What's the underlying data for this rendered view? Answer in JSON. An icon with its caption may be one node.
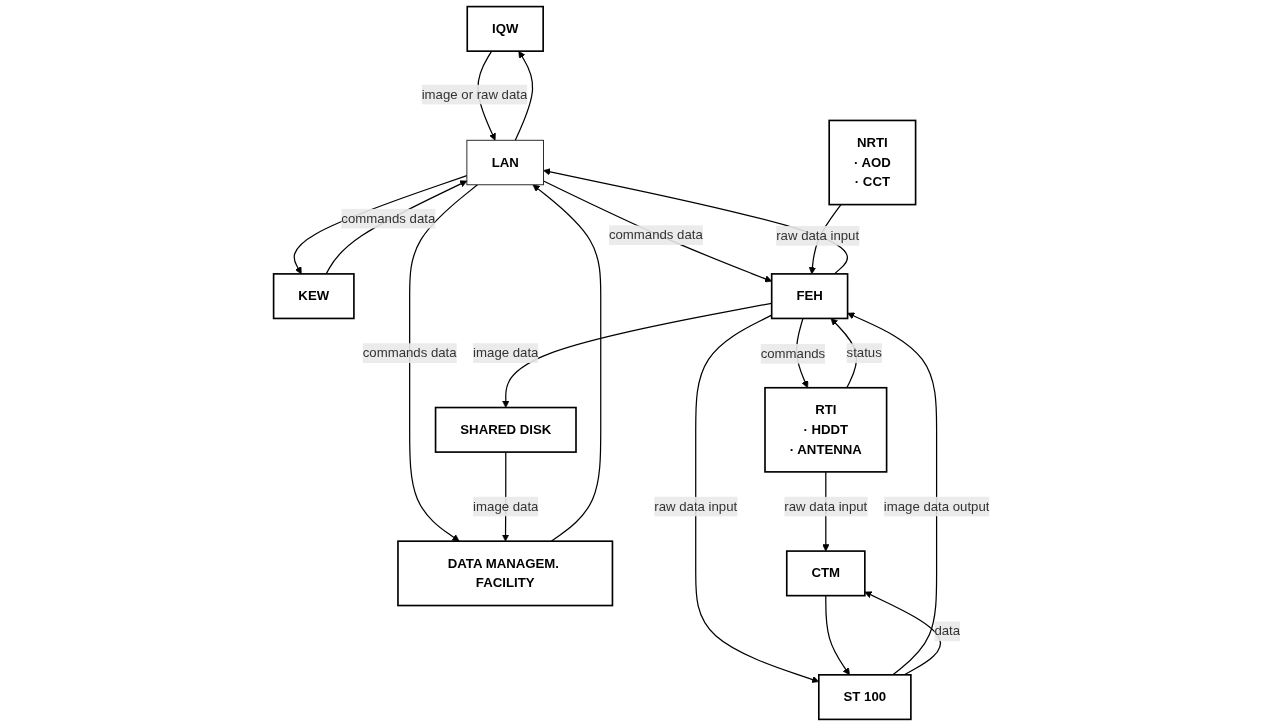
{
  "diagram": {
    "nodes": [
      {
        "text": [
          "IQW"
        ]
      },
      {
        "text": [
          "KEW"
        ]
      },
      {
        "text": [
          "LAN"
        ]
      },
      {
        "text": [
          "DATA MANAGEM. FACILITY"
        ]
      },
      {
        "text": [
          "NRTI",
          "· AOD",
          "· CCT"
        ]
      },
      {
        "text": [
          "FEH"
        ]
      },
      {
        "text": [
          "RTI",
          "· HDDT",
          "· ANTENNA"
        ]
      },
      {
        "text": [
          "SHARED DISK"
        ]
      },
      {
        "text": [
          "ST 100"
        ]
      },
      {
        "text": [
          "CTM"
        ]
      }
    ],
    "edges": [
      {
        "from": 2,
        "to": 0,
        "arrow": "to"
      },
      {
        "from": 0,
        "to": 2,
        "arrow": "to",
        "label": "image or raw data"
      },
      {
        "from": 2,
        "to": 1,
        "arrow": "to"
      },
      {
        "from": 1,
        "to": 2,
        "arrow": "to",
        "label": "commands data"
      },
      {
        "from": 3,
        "to": 2,
        "arrow": "to"
      },
      {
        "from": 2,
        "to": 3,
        "arrow": "to",
        "label": "commands data"
      },
      {
        "from": 5,
        "to": 2,
        "arrow": "to"
      },
      {
        "from": 2,
        "to": 5,
        "arrow": "to",
        "label": "commands data"
      },
      {
        "from": 4,
        "to": 5,
        "arrow": "to",
        "label": "raw data input"
      },
      {
        "from": 5,
        "to": 6,
        "arrow": "to",
        "label": "commands"
      },
      {
        "from": 6,
        "to": 5,
        "arrow": "to",
        "label": "status"
      },
      {
        "from": 5,
        "to": 7,
        "arrow": "to",
        "label": "image data"
      },
      {
        "from": 7,
        "to": 3,
        "arrow": "to",
        "label": "image data"
      },
      {
        "from": 8,
        "to": 5,
        "arrow": "to",
        "label": "image data output"
      },
      {
        "from": 5,
        "to": 8,
        "arrow": "to",
        "label": "raw data input"
      },
      {
        "from": 6,
        "to": 9,
        "arrow": "to",
        "label": "raw data input"
      },
      {
        "from": 8,
        "to": 9,
        "arrow": "to",
        "label": "data"
      },
      {
        "from": 9,
        "to": 8,
        "arrow": "to"
      }
    ]
  }
}
